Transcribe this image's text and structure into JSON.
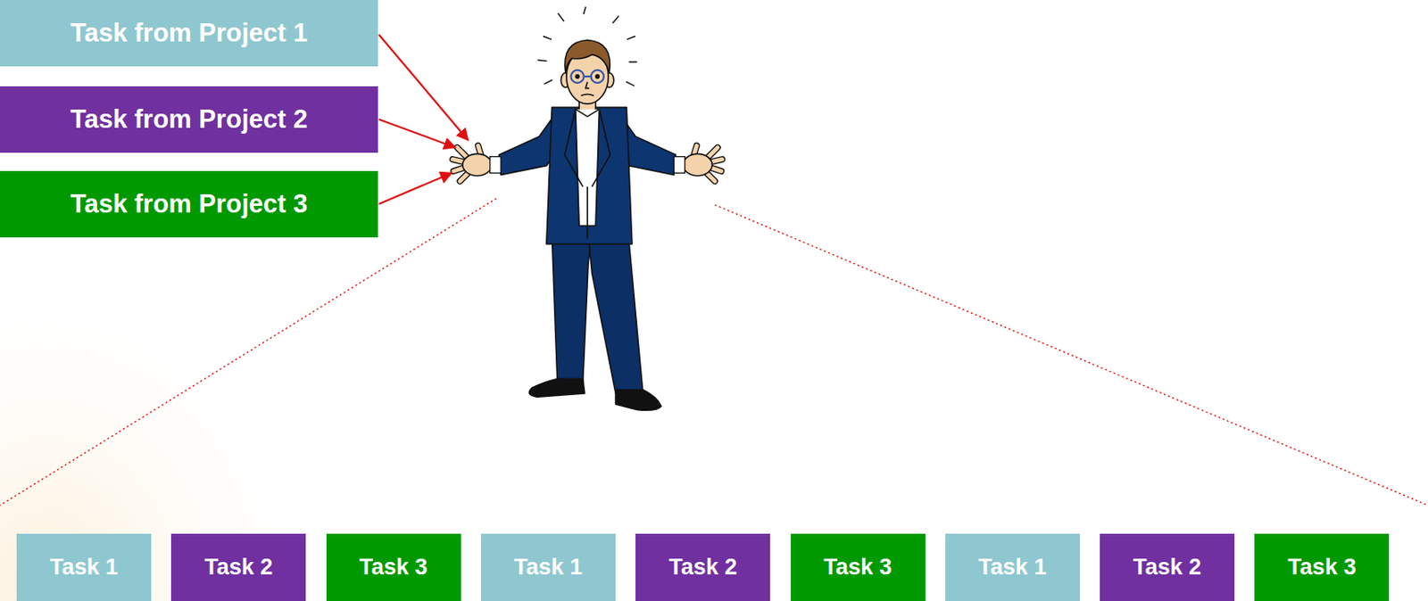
{
  "diagram": {
    "nodes": [
      {
        "text": [
          "Task from Project 1"
        ]
      },
      {
        "text": [
          "Task from Project 2"
        ]
      },
      {
        "text": [
          "Task from Project 3"
        ]
      },
      {
        "text": [
          "Task 1"
        ]
      },
      {
        "text": [
          "Task 2"
        ]
      },
      {
        "text": [
          "Task 3"
        ]
      },
      {
        "text": [
          "Task 1"
        ]
      },
      {
        "text": [
          "Task 2"
        ]
      },
      {
        "text": [
          "Task 3"
        ]
      },
      {
        "text": [
          "Task 1"
        ]
      },
      {
        "text": [
          "Task 2"
        ]
      },
      {
        "text": [
          "Task 3"
        ]
      }
    ]
  }
}
